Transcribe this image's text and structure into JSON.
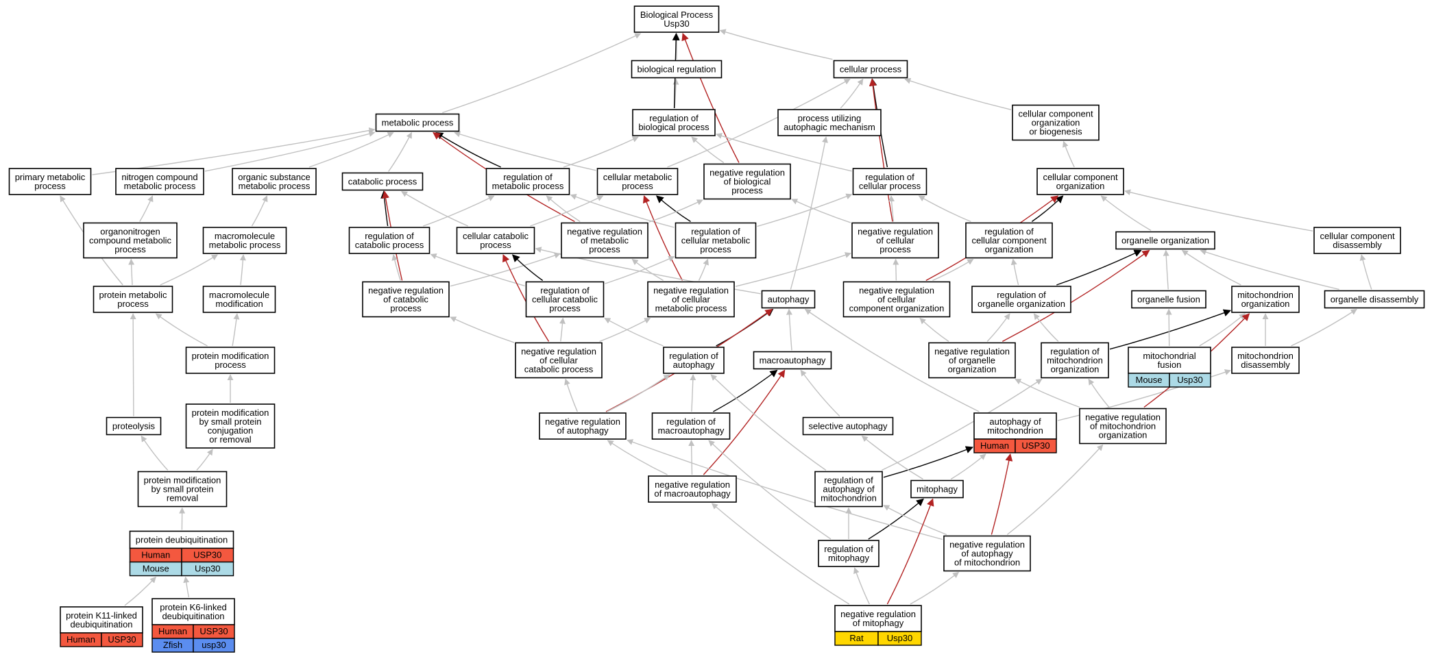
{
  "colors": {
    "gray_edge": "#c0c0c0",
    "black_edge": "#000000",
    "red_edge": "#b22222",
    "human": "#f4583f",
    "mouse": "#acdae6",
    "rat": "#ffd700",
    "zfish": "#5b8def"
  },
  "nodes": {
    "bp": {
      "lines": [
        "Biological Process",
        "Usp30"
      ]
    },
    "bioreg": {
      "lines": [
        "biological regulation"
      ]
    },
    "cellproc": {
      "lines": [
        "cellular process"
      ]
    },
    "metab": {
      "lines": [
        "metabolic process"
      ]
    },
    "regbio": {
      "lines": [
        "regulation of",
        "biological process"
      ]
    },
    "autophmech": {
      "lines": [
        "process utilizing",
        "autophagic mechanism"
      ]
    },
    "ccob": {
      "lines": [
        "cellular component",
        "organization",
        "or biogenesis"
      ]
    },
    "primmet": {
      "lines": [
        "primary metabolic",
        "process"
      ]
    },
    "nitro": {
      "lines": [
        "nitrogen compound",
        "metabolic process"
      ]
    },
    "orgsub": {
      "lines": [
        "organic substance",
        "metabolic process"
      ]
    },
    "catab": {
      "lines": [
        "catabolic process"
      ]
    },
    "regmet": {
      "lines": [
        "regulation of",
        "metabolic process"
      ]
    },
    "cellmet": {
      "lines": [
        "cellular metabolic",
        "process"
      ]
    },
    "negregbio": {
      "lines": [
        "negative regulation",
        "of biological",
        "process"
      ]
    },
    "regcell": {
      "lines": [
        "regulation of",
        "cellular process"
      ]
    },
    "cco": {
      "lines": [
        "cellular component",
        "organization"
      ]
    },
    "orgnitro": {
      "lines": [
        "organonitrogen",
        "compound metabolic",
        "process"
      ]
    },
    "macromet": {
      "lines": [
        "macromolecule",
        "metabolic process"
      ]
    },
    "regcatab": {
      "lines": [
        "regulation of",
        "catabolic process"
      ]
    },
    "cellcatab": {
      "lines": [
        "cellular catabolic",
        "process"
      ]
    },
    "negregmet": {
      "lines": [
        "negative regulation",
        "of metabolic",
        "process"
      ]
    },
    "regcellmet": {
      "lines": [
        "regulation of",
        "cellular metabolic",
        "process"
      ]
    },
    "negregcell": {
      "lines": [
        "negative regulation",
        "of cellular",
        "process"
      ]
    },
    "regcco": {
      "lines": [
        "regulation of",
        "cellular component",
        "organization"
      ]
    },
    "organelleorg": {
      "lines": [
        "organelle organization"
      ]
    },
    "ccdis": {
      "lines": [
        "cellular component",
        "disassembly"
      ]
    },
    "protmet": {
      "lines": [
        "protein metabolic",
        "process"
      ]
    },
    "macromod": {
      "lines": [
        "macromolecule",
        "modification"
      ]
    },
    "negregcatab": {
      "lines": [
        "negative regulation",
        "of catabolic",
        "process"
      ]
    },
    "regcellcatab": {
      "lines": [
        "regulation of",
        "cellular catabolic",
        "process"
      ]
    },
    "negregcellmet": {
      "lines": [
        "negative regulation",
        "of cellular",
        "metabolic process"
      ]
    },
    "autophagy": {
      "lines": [
        "autophagy"
      ]
    },
    "negregcco": {
      "lines": [
        "negative regulation",
        "of cellular",
        "component organization"
      ]
    },
    "regorgorg": {
      "lines": [
        "regulation of",
        "organelle organization"
      ]
    },
    "orgfusion": {
      "lines": [
        "organelle fusion"
      ]
    },
    "mitoorg": {
      "lines": [
        "mitochondrion",
        "organization"
      ]
    },
    "orgdis": {
      "lines": [
        "organelle disassembly"
      ]
    },
    "protmod": {
      "lines": [
        "protein modification",
        "process"
      ]
    },
    "negregcellcatab": {
      "lines": [
        "negative regulation",
        "of cellular",
        "catabolic process"
      ]
    },
    "regautoph": {
      "lines": [
        "regulation of",
        "autophagy"
      ]
    },
    "macroautoph": {
      "lines": [
        "macroautophagy"
      ]
    },
    "negregorgorg": {
      "lines": [
        "negative regulation",
        "of organelle",
        "organization"
      ]
    },
    "regmitoorg": {
      "lines": [
        "regulation of",
        "mitochondrion",
        "organization"
      ]
    },
    "mitofusion": {
      "lines": [
        "mitochondrial",
        "fusion"
      ],
      "tags": [
        [
          "Mouse",
          "Usp30",
          "mouse"
        ]
      ]
    },
    "mitodis": {
      "lines": [
        "mitochondrion",
        "disassembly"
      ]
    },
    "proteolysis": {
      "lines": [
        "proteolysis"
      ]
    },
    "protmodsmall": {
      "lines": [
        "protein modification",
        "by small protein",
        "conjugation",
        "or removal"
      ]
    },
    "negregautoph": {
      "lines": [
        "negative regulation",
        "of autophagy"
      ]
    },
    "regmacroautoph": {
      "lines": [
        "regulation of",
        "macroautophagy"
      ]
    },
    "selautoph": {
      "lines": [
        "selective autophagy"
      ]
    },
    "autophmito": {
      "lines": [
        "autophagy of",
        "mitochondrion"
      ],
      "tags": [
        [
          "Human",
          "USP30",
          "human"
        ]
      ]
    },
    "negregmitoorg": {
      "lines": [
        "negative regulation",
        "of mitochondrion",
        "organization"
      ]
    },
    "protmodrem": {
      "lines": [
        "protein modification",
        "by small protein",
        "removal"
      ]
    },
    "negregmacroautoph": {
      "lines": [
        "negative regulation",
        "of macroautophagy"
      ]
    },
    "regautophmito": {
      "lines": [
        "regulation of",
        "autophagy of",
        "mitochondrion"
      ]
    },
    "mitophagy": {
      "lines": [
        "mitophagy"
      ]
    },
    "protdeub": {
      "lines": [
        "protein deubiquitination"
      ],
      "tags": [
        [
          "Human",
          "USP30",
          "human"
        ],
        [
          "Mouse",
          "Usp30",
          "mouse"
        ]
      ]
    },
    "regmitophagy": {
      "lines": [
        "regulation of",
        "mitophagy"
      ]
    },
    "negregautophmito": {
      "lines": [
        "negative regulation",
        "of autophagy",
        "of mitochondrion"
      ]
    },
    "k11": {
      "lines": [
        "protein K11-linked",
        "deubiquitination"
      ],
      "tags": [
        [
          "Human",
          "USP30",
          "human"
        ]
      ]
    },
    "k6": {
      "lines": [
        "protein K6-linked",
        "deubiquitination"
      ],
      "tags": [
        [
          "Human",
          "USP30",
          "human"
        ],
        [
          "Zfish",
          "usp30",
          "zfish"
        ]
      ]
    },
    "negregmitophagy": {
      "lines": [
        "negative regulation",
        "of mitophagy"
      ],
      "tags": [
        [
          "Rat",
          "Usp30",
          "rat"
        ]
      ]
    }
  },
  "edges": [
    [
      "bioreg",
      "bp",
      "g"
    ],
    [
      "cellproc",
      "bp",
      "g"
    ],
    [
      "metab",
      "bp",
      "g"
    ],
    [
      "regbio",
      "bioreg",
      "g"
    ],
    [
      "regbio",
      "bp",
      "k"
    ],
    [
      "negregbio",
      "bp",
      "r"
    ],
    [
      "autophmech",
      "cellproc",
      "g"
    ],
    [
      "ccob",
      "cellproc",
      "g"
    ],
    [
      "cellmet",
      "cellproc",
      "g"
    ],
    [
      "regcell",
      "cellproc",
      "k"
    ],
    [
      "negregcell",
      "cellproc",
      "r"
    ],
    [
      "primmet",
      "metab",
      "g"
    ],
    [
      "nitro",
      "metab",
      "g"
    ],
    [
      "orgsub",
      "metab",
      "g"
    ],
    [
      "catab",
      "metab",
      "g"
    ],
    [
      "regmet",
      "metab",
      "k"
    ],
    [
      "cellmet",
      "metab",
      "g"
    ],
    [
      "negregmet",
      "metab",
      "r"
    ],
    [
      "regmet",
      "regbio",
      "g"
    ],
    [
      "negregbio",
      "regbio",
      "g"
    ],
    [
      "regcell",
      "regbio",
      "g"
    ],
    [
      "cco",
      "ccob",
      "g"
    ],
    [
      "orgnitro",
      "nitro",
      "g"
    ],
    [
      "macromet",
      "orgsub",
      "g"
    ],
    [
      "regcatab",
      "catab",
      "k"
    ],
    [
      "cellcatab",
      "catab",
      "g"
    ],
    [
      "negregcatab",
      "catab",
      "r"
    ],
    [
      "regcatab",
      "regmet",
      "g"
    ],
    [
      "negregmet",
      "regmet",
      "g"
    ],
    [
      "regcellmet",
      "regmet",
      "g"
    ],
    [
      "cellcatab",
      "cellmet",
      "g"
    ],
    [
      "regcellmet",
      "cellmet",
      "k"
    ],
    [
      "negregcellmet",
      "cellmet",
      "r"
    ],
    [
      "negregmet",
      "negregbio",
      "g"
    ],
    [
      "negregcell",
      "negregbio",
      "g"
    ],
    [
      "regcellmet",
      "regcell",
      "g"
    ],
    [
      "negregcell",
      "regcell",
      "g"
    ],
    [
      "regcco",
      "regcell",
      "g"
    ],
    [
      "regcco",
      "cco",
      "k"
    ],
    [
      "negregcco",
      "cco",
      "r"
    ],
    [
      "organelleorg",
      "cco",
      "g"
    ],
    [
      "ccdis",
      "cco",
      "g"
    ],
    [
      "protmet",
      "orgnitro",
      "g"
    ],
    [
      "protmet",
      "primmet",
      "g"
    ],
    [
      "protmet",
      "macromet",
      "g"
    ],
    [
      "macromod",
      "macromet",
      "g"
    ],
    [
      "negregcatab",
      "negregmet",
      "g"
    ],
    [
      "negregcatab",
      "regcatab",
      "g"
    ],
    [
      "regcellcatab",
      "cellcatab",
      "k"
    ],
    [
      "regcellcatab",
      "regcatab",
      "g"
    ],
    [
      "regcellcatab",
      "regcellmet",
      "g"
    ],
    [
      "negregcellmet",
      "negregmet",
      "g"
    ],
    [
      "negregcellmet",
      "regcellmet",
      "g"
    ],
    [
      "negregcellmet",
      "negregcell",
      "g"
    ],
    [
      "negregcco",
      "negregcell",
      "g"
    ],
    [
      "negregcco",
      "regcco",
      "g"
    ],
    [
      "autophagy",
      "autophmech",
      "g"
    ],
    [
      "autophagy",
      "cellcatab",
      "g"
    ],
    [
      "regorgorg",
      "organelleorg",
      "k"
    ],
    [
      "regorgorg",
      "regcco",
      "g"
    ],
    [
      "orgfusion",
      "organelleorg",
      "g"
    ],
    [
      "mitoorg",
      "organelleorg",
      "g"
    ],
    [
      "orgdis",
      "organelleorg",
      "g"
    ],
    [
      "orgdis",
      "ccdis",
      "g"
    ],
    [
      "protmod",
      "protmet",
      "g"
    ],
    [
      "protmod",
      "macromod",
      "g"
    ],
    [
      "negregcellcatab",
      "negregcatab",
      "g"
    ],
    [
      "negregcellcatab",
      "cellcatab",
      "r"
    ],
    [
      "negregcellcatab",
      "regcellcatab",
      "g"
    ],
    [
      "negregcellcatab",
      "negregcellmet",
      "g"
    ],
    [
      "regautoph",
      "autophagy",
      "k"
    ],
    [
      "regautoph",
      "regcellcatab",
      "g"
    ],
    [
      "macroautoph",
      "autophagy",
      "g"
    ],
    [
      "negregorgorg",
      "organelleorg",
      "r"
    ],
    [
      "negregorgorg",
      "regorgorg",
      "g"
    ],
    [
      "negregorgorg",
      "negregcco",
      "g"
    ],
    [
      "regmitoorg",
      "mitoorg",
      "k"
    ],
    [
      "regmitoorg",
      "regorgorg",
      "g"
    ],
    [
      "mitofusion",
      "orgfusion",
      "g"
    ],
    [
      "mitofusion",
      "mitoorg",
      "g"
    ],
    [
      "mitodis",
      "mitoorg",
      "g"
    ],
    [
      "mitodis",
      "orgdis",
      "g"
    ],
    [
      "proteolysis",
      "protmet",
      "g"
    ],
    [
      "protmodsmall",
      "protmod",
      "g"
    ],
    [
      "negregautoph",
      "autophagy",
      "r"
    ],
    [
      "negregautoph",
      "regautoph",
      "g"
    ],
    [
      "negregautoph",
      "negregcellcatab",
      "g"
    ],
    [
      "regmacroautoph",
      "macroautoph",
      "k"
    ],
    [
      "regmacroautoph",
      "regautoph",
      "g"
    ],
    [
      "selautoph",
      "macroautoph",
      "g"
    ],
    [
      "autophmito",
      "autophagy",
      "g"
    ],
    [
      "autophmito",
      "mitodis",
      "g"
    ],
    [
      "negregmitoorg",
      "mitoorg",
      "r"
    ],
    [
      "negregmitoorg",
      "regmitoorg",
      "g"
    ],
    [
      "negregmitoorg",
      "negregorgorg",
      "g"
    ],
    [
      "protmodrem",
      "proteolysis",
      "g"
    ],
    [
      "protmodrem",
      "protmodsmall",
      "g"
    ],
    [
      "negregmacroautoph",
      "macroautoph",
      "r"
    ],
    [
      "negregmacroautoph",
      "regmacroautoph",
      "g"
    ],
    [
      "negregmacroautoph",
      "negregautoph",
      "g"
    ],
    [
      "regautophmito",
      "autophmito",
      "k"
    ],
    [
      "regautophmito",
      "regmitoorg",
      "g"
    ],
    [
      "regautophmito",
      "regautoph",
      "g"
    ],
    [
      "mitophagy",
      "autophmito",
      "g"
    ],
    [
      "mitophagy",
      "selautoph",
      "g"
    ],
    [
      "protdeub",
      "protmodrem",
      "g"
    ],
    [
      "regmitophagy",
      "mitophagy",
      "k"
    ],
    [
      "regmitophagy",
      "regautophmito",
      "g"
    ],
    [
      "regmitophagy",
      "regmacroautoph",
      "g"
    ],
    [
      "negregautophmito",
      "autophmito",
      "r"
    ],
    [
      "negregautophmito",
      "regautophmito",
      "g"
    ],
    [
      "negregautophmito",
      "negregautoph",
      "g"
    ],
    [
      "negregautophmito",
      "negregmitoorg",
      "g"
    ],
    [
      "k11",
      "protdeub",
      "g"
    ],
    [
      "k6",
      "protdeub",
      "g"
    ],
    [
      "negregmitophagy",
      "mitophagy",
      "r"
    ],
    [
      "negregmitophagy",
      "regmitophagy",
      "g"
    ],
    [
      "negregmitophagy",
      "negregautophmito",
      "g"
    ],
    [
      "negregmitophagy",
      "negregmacroautoph",
      "g"
    ]
  ]
}
